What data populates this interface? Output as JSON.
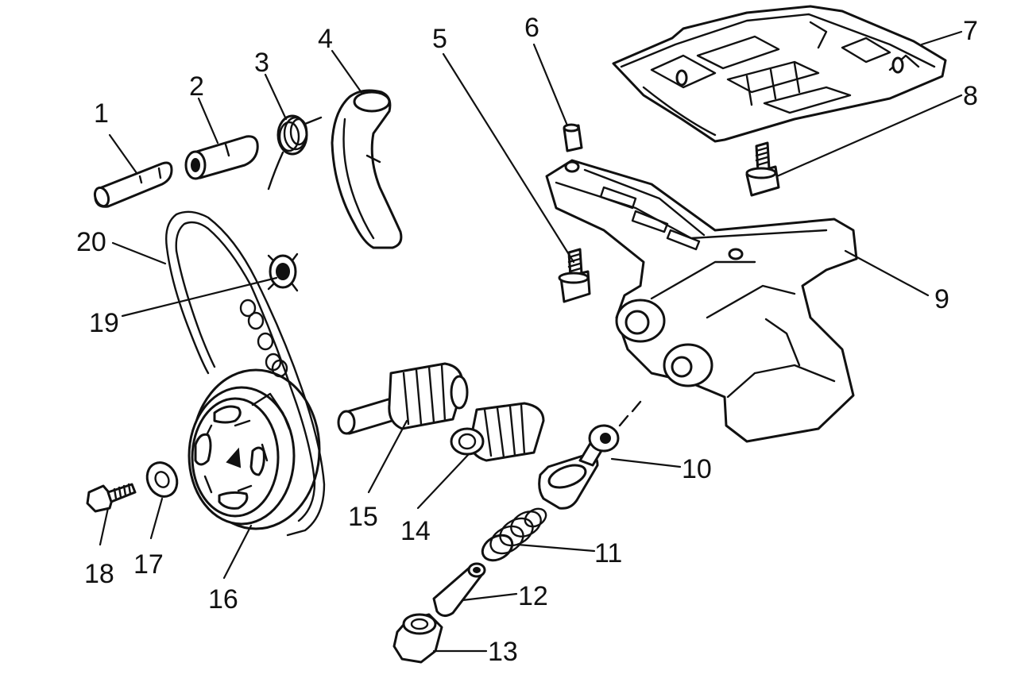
{
  "callouts": [
    "1",
    "2",
    "3",
    "4",
    "5",
    "6",
    "7",
    "8",
    "9",
    "10",
    "11",
    "12",
    "13",
    "14",
    "15",
    "16",
    "17",
    "18",
    "19",
    "20"
  ]
}
